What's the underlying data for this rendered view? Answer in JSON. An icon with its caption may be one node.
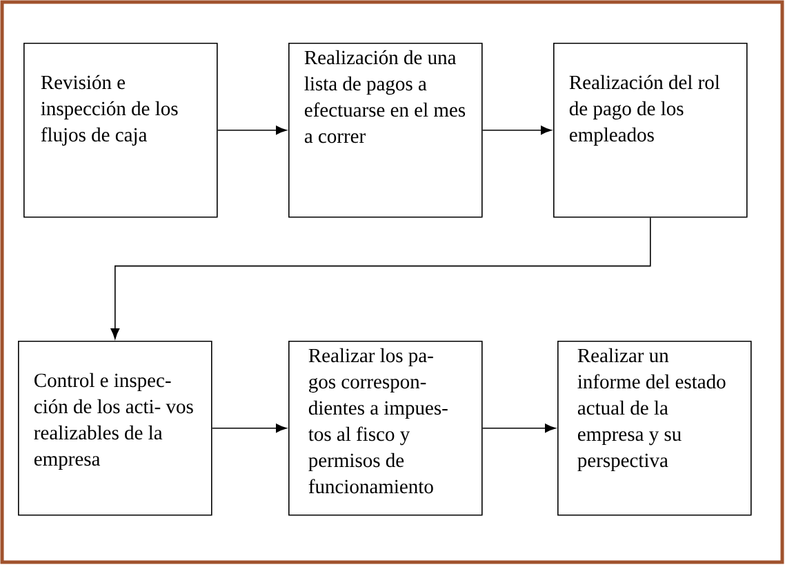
{
  "diagram": {
    "nodes": [
      {
        "text": [
          "Revisión e inspección de los flujos de caja"
        ]
      },
      {
        "text": [
          "Realización de una lista de pagos a efectuarse en el mes a correr"
        ]
      },
      {
        "text": [
          "Realización del rol de pago de los empleados"
        ]
      },
      {
        "text": [
          "Control e inspec- ción de los acti- vos realizables de la empresa"
        ]
      },
      {
        "text": [
          "Realizar los pa- gos correspon- dientes a impues- tos al fisco y permisos de funcionamiento"
        ]
      },
      {
        "text": [
          "Realizar un informe del estado actual de la empresa y su perspectiva"
        ]
      }
    ],
    "edges": [
      {
        "from": 0,
        "to": 1,
        "arrow": "to"
      },
      {
        "from": 1,
        "to": 2,
        "arrow": "to"
      },
      {
        "from": 2,
        "to": 3,
        "arrow": "to"
      },
      {
        "from": 3,
        "to": 4,
        "arrow": "to"
      },
      {
        "from": 4,
        "to": 5,
        "arrow": "to"
      }
    ]
  }
}
